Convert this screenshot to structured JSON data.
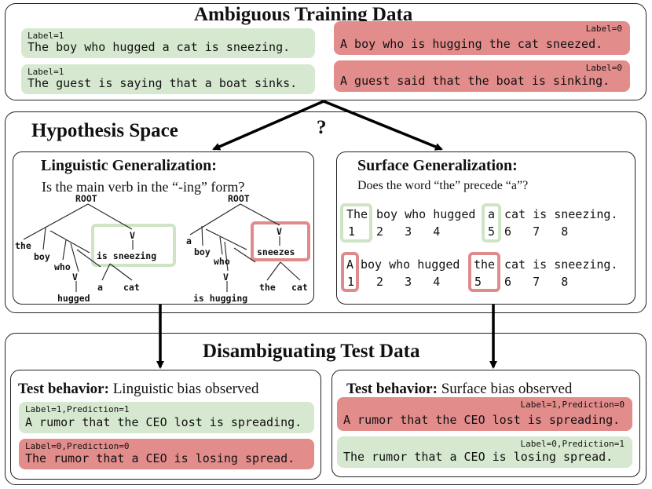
{
  "top": {
    "title": "Ambiguous Training Data",
    "examples": [
      {
        "label": "Label=1",
        "text": "The boy who hugged a cat is sneezing."
      },
      {
        "label": "Label=1",
        "text": "The guest is saying that a boat sinks."
      },
      {
        "label": "Label=0",
        "text": "A boy who is hugging the cat sneezed."
      },
      {
        "label": "Label=0",
        "text": "A guest said that the boat is sinking."
      }
    ]
  },
  "question_mark": "?",
  "hypothesis": {
    "title": "Hypothesis Space",
    "linguistic": {
      "title": "Linguistic Generalization:",
      "question": "Is the main verb in the “-ing” form?",
      "tree1": {
        "root": "ROOT",
        "the": "the",
        "boy": "boy",
        "who": "who",
        "v_main": "V",
        "main_verb": "is sneezing",
        "v_sub": "V",
        "sub_verb": "hugged",
        "a": "a",
        "cat": "cat"
      },
      "tree2": {
        "root": "ROOT",
        "a": "a",
        "boy": "boy",
        "who": "who",
        "v_main": "V",
        "main_verb": "sneezes",
        "v_sub": "V",
        "sub_verb": "is hugging",
        "the": "the",
        "cat": "cat"
      }
    },
    "surface": {
      "title": "Surface Generalization:",
      "question": "Does the word “the” precede “a”?",
      "row1": {
        "w1": "The",
        "rest_a": "boy who hugged",
        "w5": "a",
        "rest_b": "cat is sneezing.",
        "n1": "1",
        "n234": "2   3   4",
        "n5": "5",
        "n678": "6   7   8"
      },
      "row2": {
        "w1": "A",
        "rest_a": "boy who hugged",
        "w5": "the",
        "rest_b": "cat is sneezing.",
        "n1": "1",
        "n234": "2   3   4",
        "n5": "5",
        "n678": "6   7   8"
      }
    }
  },
  "test": {
    "title": "Disambiguating Test Data",
    "left": {
      "behavior_bold": "Test behavior:",
      "behavior_text": "Linguistic bias observed",
      "examples": [
        {
          "label": "Label=1,Prediction=1",
          "text": "A rumor that the CEO lost is spreading."
        },
        {
          "label": "Label=0,Prediction=0",
          "text": "The rumor that a CEO is losing spread."
        }
      ]
    },
    "right": {
      "behavior_bold": "Test behavior:",
      "behavior_text": "Surface bias observed",
      "examples": [
        {
          "label": "Label=1,Prediction=0",
          "text": "A rumor that the CEO lost is spreading."
        },
        {
          "label": "Label=0,Prediction=1",
          "text": "The rumor that a CEO is losing spread."
        }
      ]
    }
  },
  "colors": {
    "green": "#d7e8d0",
    "red": "#e38c8c",
    "green_box": "#cfe3c5",
    "red_box": "#e08b8b"
  }
}
